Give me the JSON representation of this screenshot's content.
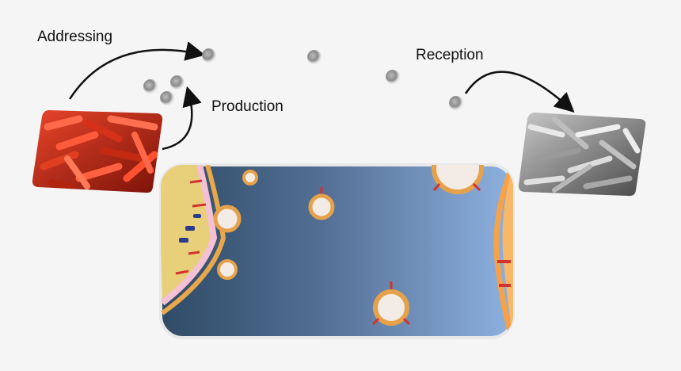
{
  "labels": {
    "addressing": "Addressing",
    "production": "Production",
    "reception": "Reception"
  },
  "panels": {
    "producer_bacteria_color": "#c8321a",
    "receiver_bacteria_color": "#9a9a9a",
    "membrane_panel_gradient": [
      "#3a5570",
      "#84a8d8"
    ]
  },
  "colors": {
    "arrow": "#111111",
    "signal_molecule": "#8c8c8c",
    "vesicle_shell": "#e6a24a",
    "receptor": "#d4322c",
    "outer_membrane": "#f5a24a",
    "cell_interior": "#e8cf7a"
  }
}
